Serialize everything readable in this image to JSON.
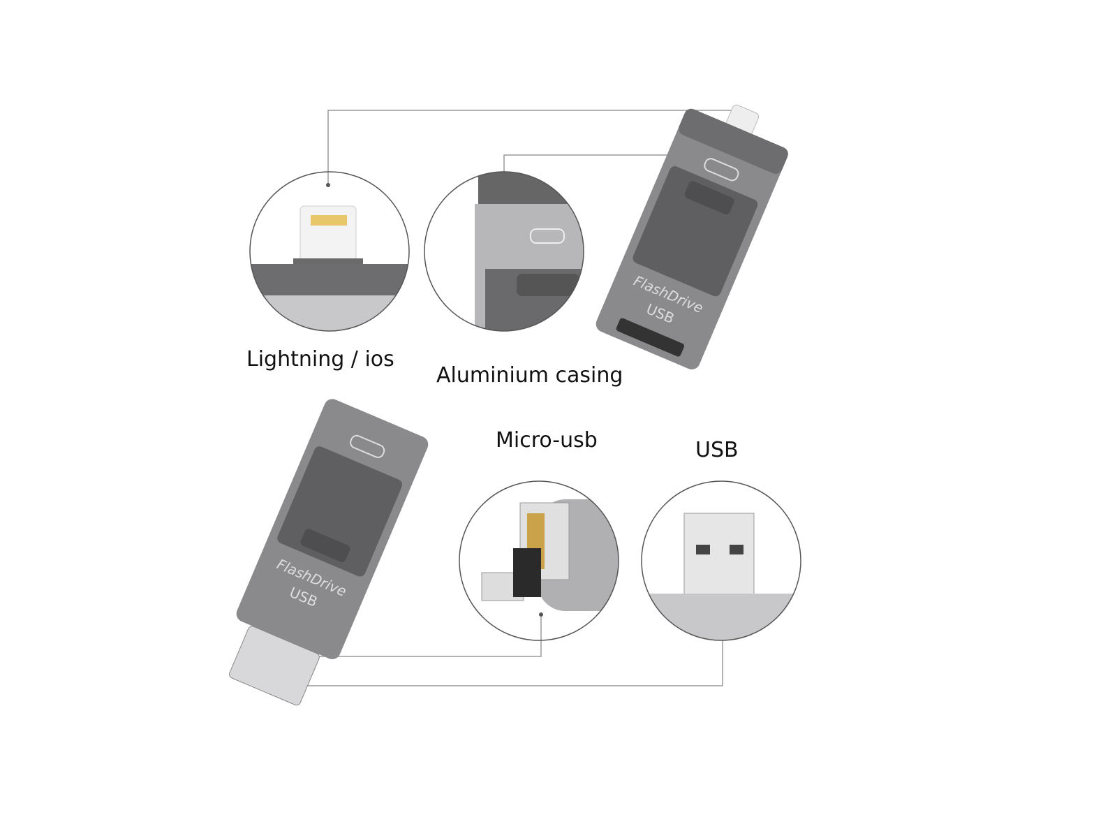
{
  "labels": {
    "lightning": "Lightning / ios",
    "casing": "Aluminium casing",
    "micro_usb": "Micro-usb",
    "usb": "USB"
  },
  "device_logo": {
    "brand": "FlashDrive",
    "usb_mark": "USB"
  },
  "colors": {
    "casing": "#8a8a8c",
    "slider": "#5f5f61",
    "callout_line": "#9a9a9a",
    "circle_border": "#555555"
  }
}
